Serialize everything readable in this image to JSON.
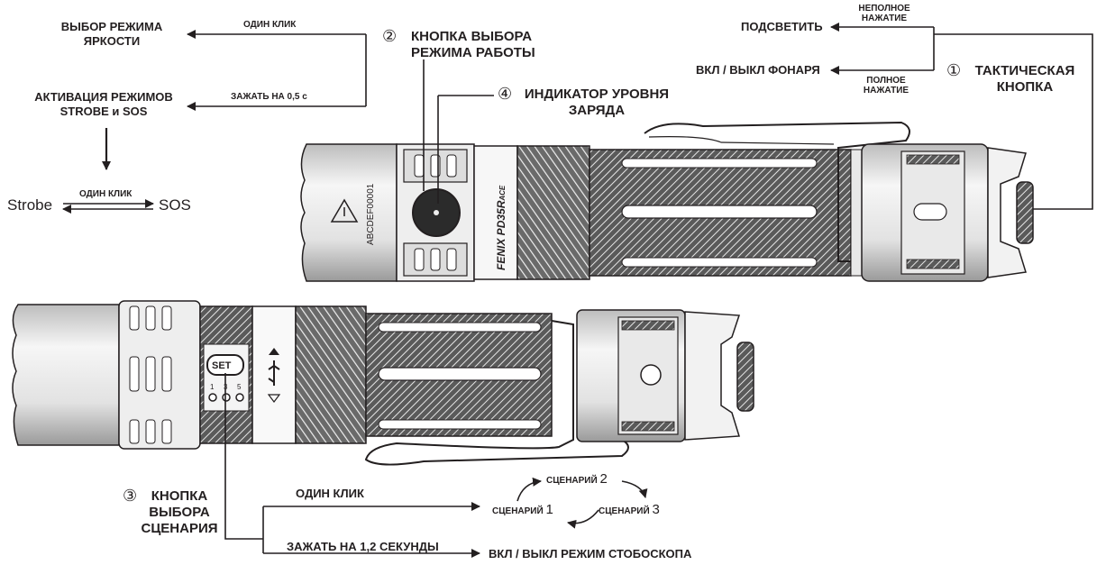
{
  "labels": {
    "brightness_select": "ВЫБОР РЕЖИМА\nЯРКОСТИ",
    "strobe_sos_activate": "АКТИВАЦИЯ РЕЖИМОВ\nSTROBE и SOS",
    "one_click_top": "ОДИН КЛИК",
    "hold_05": "ЗАЖАТЬ НА 0,5 с",
    "mode_button": "КНОПКА ВЫБОРА\nРЕЖИМА РАБОТЫ",
    "mode_button_num": "②",
    "battery_indicator": "ИНДИКАТОР УРОВНЯ\nЗАРЯДА",
    "battery_indicator_num": "④",
    "strobe": "Strobe",
    "sos": "SOS",
    "one_click_strobe": "ОДИН КЛИК",
    "illuminate": "ПОДСВЕТИТЬ",
    "on_off": "ВКЛ / ВЫКЛ ФОНАРЯ",
    "half_press": "НЕПОЛНОЕ\nНАЖАТИЕ",
    "full_press": "ПОЛНОЕ\nНАЖАТИЕ",
    "tactical_button": "ТАКТИЧЕСКАЯ\nКНОПКА",
    "tactical_button_num": "①",
    "scenario_button": "КНОПКА\nВЫБОРА\nСЦЕНАРИЯ",
    "scenario_button_num": "③",
    "one_click_bottom": "ОДИН КЛИК",
    "hold_12": "ЗАЖАТЬ НА 1,2 СЕКУНДЫ",
    "scenario1_word": "СЦЕНАРИЙ",
    "scenario1_num": "1",
    "scenario2_word": "СЦЕНАРИЙ",
    "scenario2_num": "2",
    "scenario3_word": "СЦЕНАРИЙ",
    "scenario3_num": "3",
    "stroboscope": "ВКЛ / ВЫКЛ РЕЖИМ СТОБОСКОПА"
  },
  "device": {
    "brand": "FENIX",
    "model": "PD35R",
    "model_suffix": "ACE",
    "serial": "ABCDEF00001",
    "set_label": "SET",
    "indicator_marks": [
      "1",
      "3",
      "5"
    ]
  },
  "colors": {
    "ink": "#231f20",
    "metal_light": "#f1f1f1",
    "metal_mid": "#cfcfcf",
    "metal_dark": "#4a4a4a"
  }
}
